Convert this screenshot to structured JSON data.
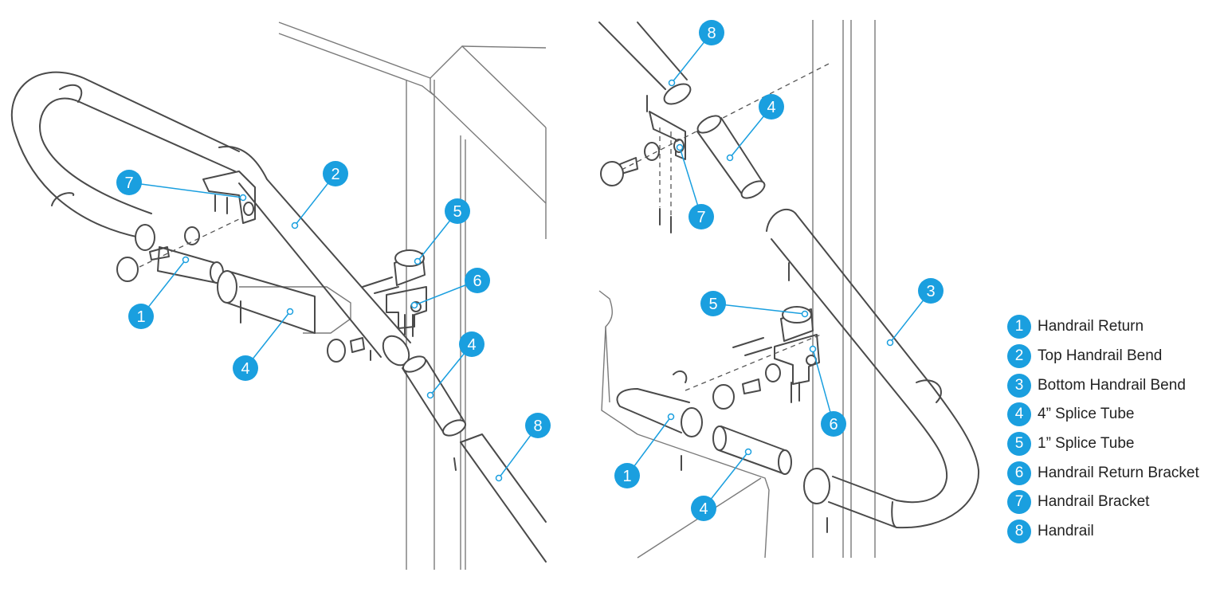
{
  "legend": [
    {
      "number": "1",
      "label": "Handrail Return"
    },
    {
      "number": "2",
      "label": "Top Handrail Bend"
    },
    {
      "number": "3",
      "label": "Bottom Handrail Bend"
    },
    {
      "number": "4",
      "label": "4” Splice Tube"
    },
    {
      "number": "5",
      "label": "1” Splice Tube"
    },
    {
      "number": "6",
      "label": "Handrail Return Bracket"
    },
    {
      "number": "7",
      "label": "Handrail Bracket"
    },
    {
      "number": "8",
      "label": "Handrail"
    }
  ],
  "callouts": {
    "top": [
      "7",
      "2",
      "5",
      "6",
      "4",
      "1",
      "4",
      "8"
    ],
    "bottom": [
      "8",
      "4",
      "7",
      "5",
      "3",
      "6",
      "1",
      "4"
    ]
  },
  "colors": {
    "accent": "#1a9fdf",
    "line": "#4a4a4a"
  }
}
